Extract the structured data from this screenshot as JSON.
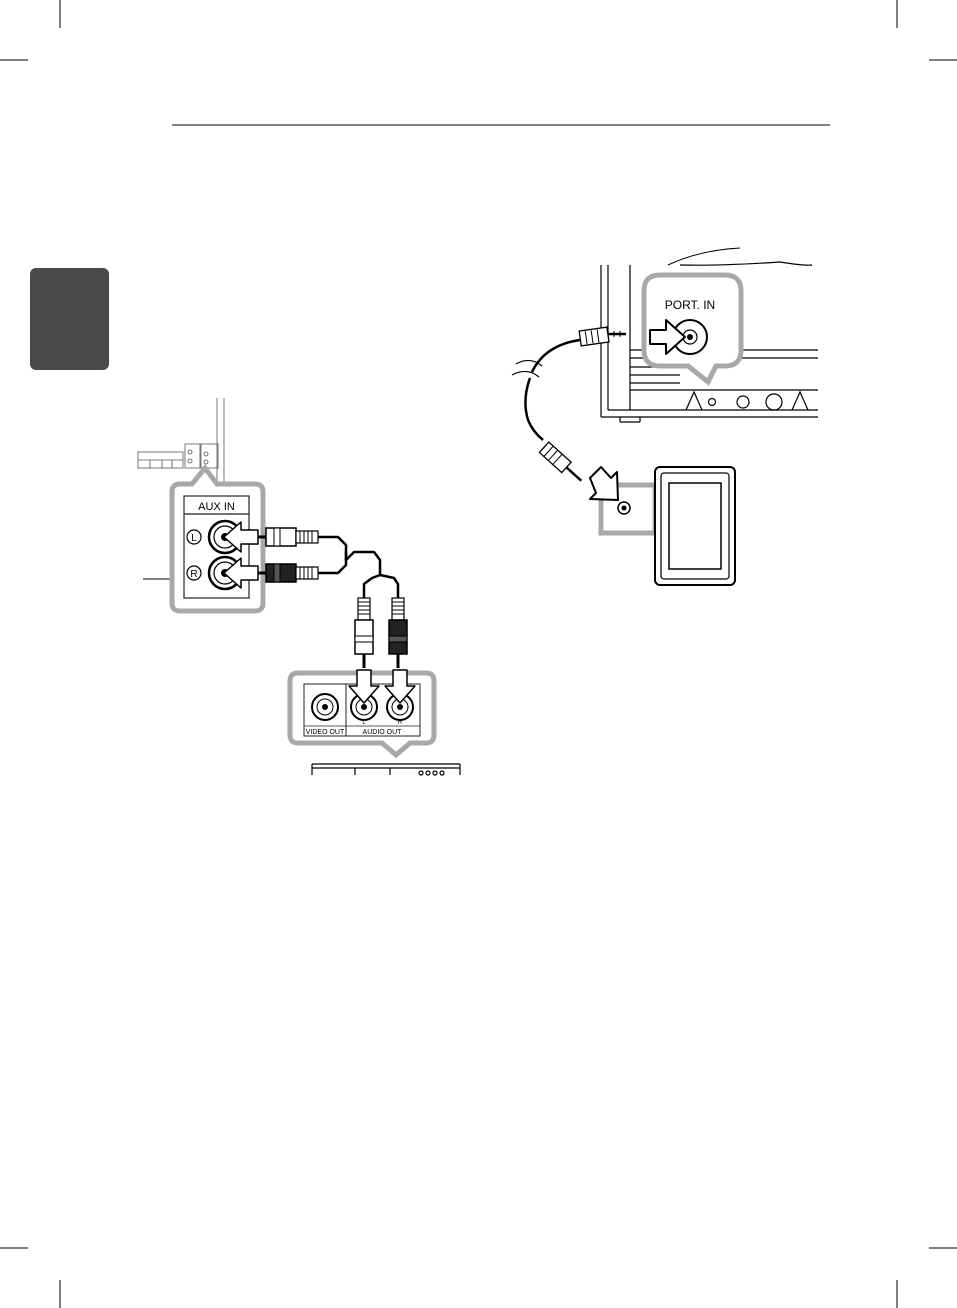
{
  "aux_diagram": {
    "panel_title": "AUX IN",
    "left_label": "L",
    "right_label": "R",
    "video_out_label": "VIDEO OUT",
    "audio_out_label": "AUDIO OUT",
    "audio_l_label": "L",
    "audio_r_label": "R"
  },
  "portable_diagram": {
    "port_label": "PORT. IN"
  },
  "colors": {
    "section_tab": "#4a4a4a",
    "callout_border": "#a8a8a8",
    "line": "#1a1a1a"
  }
}
